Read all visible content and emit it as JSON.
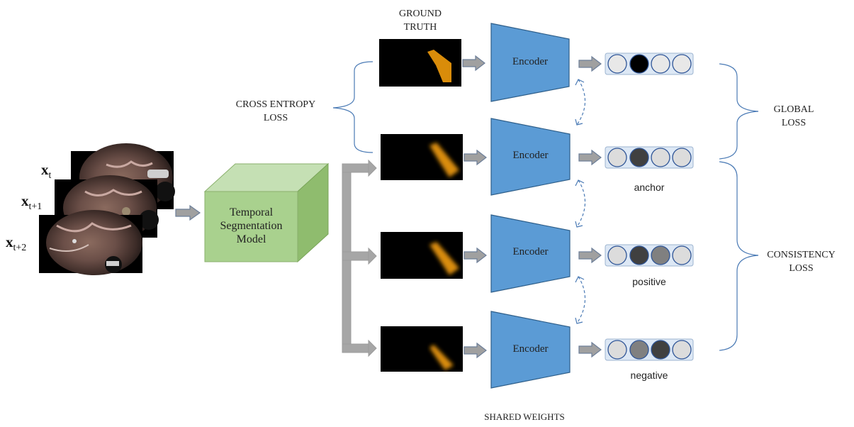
{
  "input_frames": {
    "labels": [
      "x",
      "x",
      "x"
    ],
    "subscripts": [
      "t",
      "t+1",
      "t+2"
    ]
  },
  "model": {
    "line1": "Temporal",
    "line2": "Segmentation",
    "line3": "Model"
  },
  "ground_truth": {
    "line1": "GROUND",
    "line2": "TRUTH"
  },
  "cross_entropy": {
    "line1": "CROSS ENTROPY",
    "line2": "LOSS"
  },
  "encoder_label": "Encoder",
  "embedding_labels": {
    "anchor": "anchor",
    "positive": "positive",
    "negative": "negative"
  },
  "global_loss": {
    "line1": "GLOBAL",
    "line2": "LOSS"
  },
  "consistency_loss": {
    "line1": "CONSISTENCY",
    "line2": "LOSS"
  },
  "shared_weights": "SHARED WEIGHTS",
  "colors": {
    "encoder_fill": "#5b9bd5",
    "encoder_stroke": "#2f5f8a",
    "cube_front": "#a9d18e",
    "cube_top": "#c5e0b4",
    "cube_side": "#8fbc6e",
    "mask": "#d98c0a",
    "arrow_gray": "#a6a6a6",
    "brace_blue": "#4a7ab5"
  },
  "embeddings": [
    [
      "#e8e8e8",
      "#000000",
      "#e8e8e8",
      "#e8e8e8"
    ],
    [
      "#dcdcdc",
      "#404040",
      "#dcdcdc",
      "#dcdcdc"
    ],
    [
      "#dcdcdc",
      "#404040",
      "#808080",
      "#dcdcdc"
    ],
    [
      "#dcdcdc",
      "#808080",
      "#404040",
      "#dcdcdc"
    ]
  ]
}
